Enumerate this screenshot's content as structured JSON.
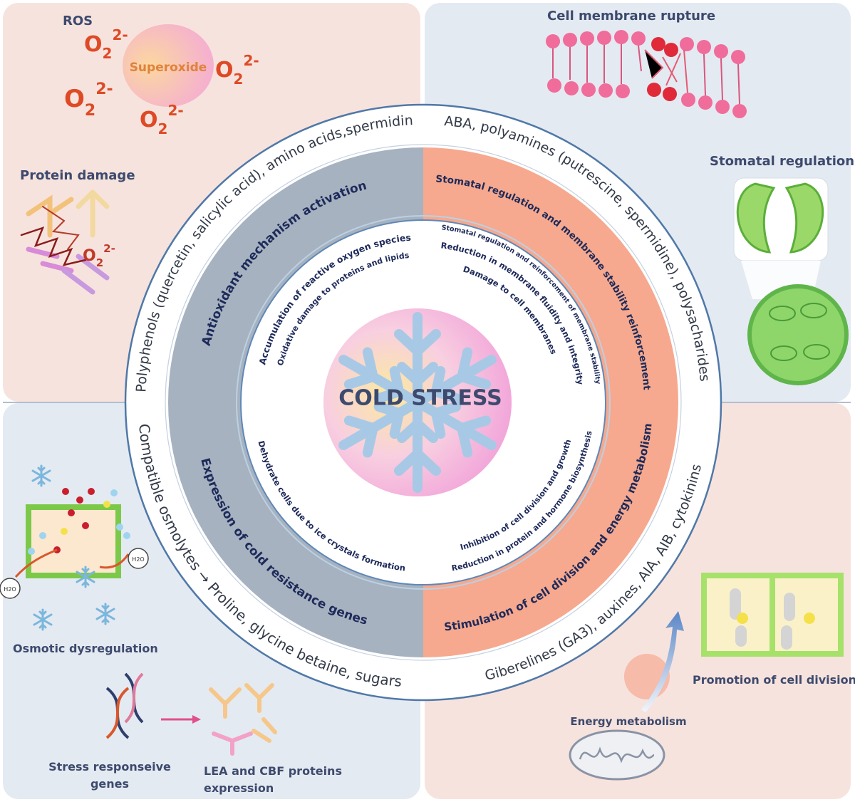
{
  "center": {
    "title": "COLD STRESS"
  },
  "corner_labels": {
    "ros": "ROS",
    "superoxide": "Superoxide",
    "o2_radical": "O",
    "o2_sub": "2",
    "o2_sup": "2-",
    "protein_damage": "Protein damage",
    "membrane_rupture": "Cell membrane rupture",
    "stomatal_regulation": "Stomatal regulation",
    "osmotic_dysregulation": "Osmotic dysregulation",
    "h2o": "H2O",
    "stress_genes_line1": "Stress responseive",
    "stress_genes_line2": "genes",
    "lea_line1": "LEA  and  CBF  proteins",
    "lea_line2": "expression",
    "energy_metabolism": "Energy metabolism",
    "cell_division": "Promotion of cell division"
  },
  "outer_ring": {
    "top_left": "Polyphenols (quercetin, salicylic acid), amino acids,spermidin",
    "top_right": "ABA, polyamines (putrescine, spermidine), polysacharides",
    "bottom_left": "Compatible osmolytes → Proline, glycine betaine, sugars",
    "bottom_right": "Giberelines (GA3), auxines, AIA, AIB, cytokinins"
  },
  "middle_ring": {
    "top_left": "Antioxidant mechanism activation",
    "top_right": "Stomatal regulation and membrane stability reinforcement",
    "bottom_left": "Expression of cold resistance genes",
    "bottom_right": "Stimulation of cell division and energy metabolism"
  },
  "inner_ring": {
    "tl_1": "Accumulation of reactive oxygen species",
    "tl_2": "Oxidative damage to proteins and lipids",
    "tr_1": "Stomatal regulation and reinforcement of membrane stability",
    "tr_2": "Reduction in membrane fluidity and integrity",
    "tr_3": "Damage to cell membranes",
    "bl_1": "Dehydrate cells due to ice crystals formation",
    "br_1": "Inhibition of cell division and growth",
    "br_2": "Reduction in protein and hormone biosynthesis"
  },
  "colors": {
    "quad_tl": "#f7e3dd",
    "quad_tr": "#e4eaf1",
    "quad_bl": "#e4eaf1",
    "quad_br": "#f7e3dd",
    "gray_band": "#a6b2bf",
    "salmon_band": "#f6a98e",
    "ring_line": "#6d8fb8",
    "title_color": "#3d4a6e",
    "snowflake": "#a8c9e6"
  }
}
